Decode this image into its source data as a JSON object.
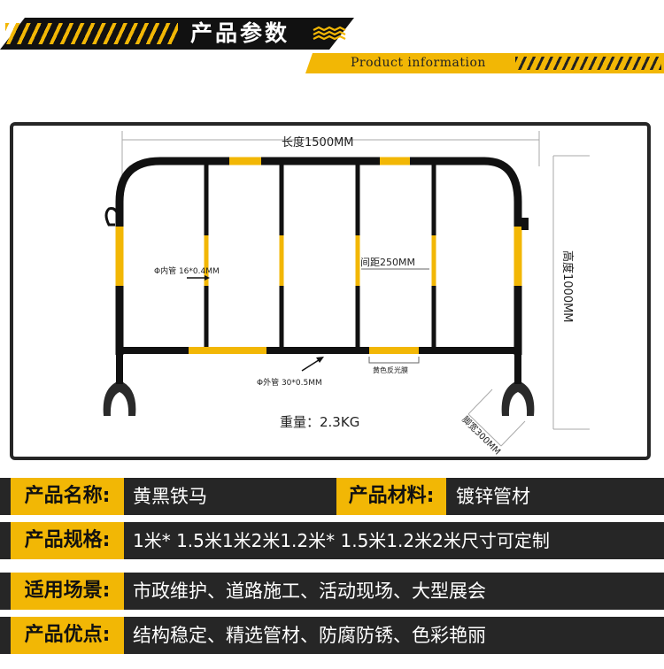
{
  "header": {
    "title": "产品参数",
    "subtitle_en": "Product information"
  },
  "drawing": {
    "length_label": "长度1500MM",
    "height_label": "高度1000MM",
    "inner_tube_label": "Φ内管 16*0.4MM",
    "spacing_label": "间距250MM",
    "outer_tube_label": "Φ外管 30*0.5MM",
    "reflective_label": "黄色反光膜",
    "weight_label": "重量：2.3KG",
    "foot_label": "脚宽300MM"
  },
  "specs": {
    "name_label": "产品名称:",
    "name_value": "黄黑铁马",
    "material_label": "产品材料:",
    "material_value": "镀锌管材",
    "size_label": "产品规格:",
    "size_value": "1米* 1.5米1米2米1.2米* 1.5米1.2米2米尺寸可定制",
    "scene_label": "适用场景:",
    "scene_value": "市政维护、道路施工、活动现场、大型展会",
    "advantage_label": "产品优点:",
    "advantage_value": "结构稳定、精选管材、防腐防锈、色彩艳丽"
  },
  "colors": {
    "accent": "#f2b705",
    "dark": "#262626",
    "tube": "#111111"
  }
}
